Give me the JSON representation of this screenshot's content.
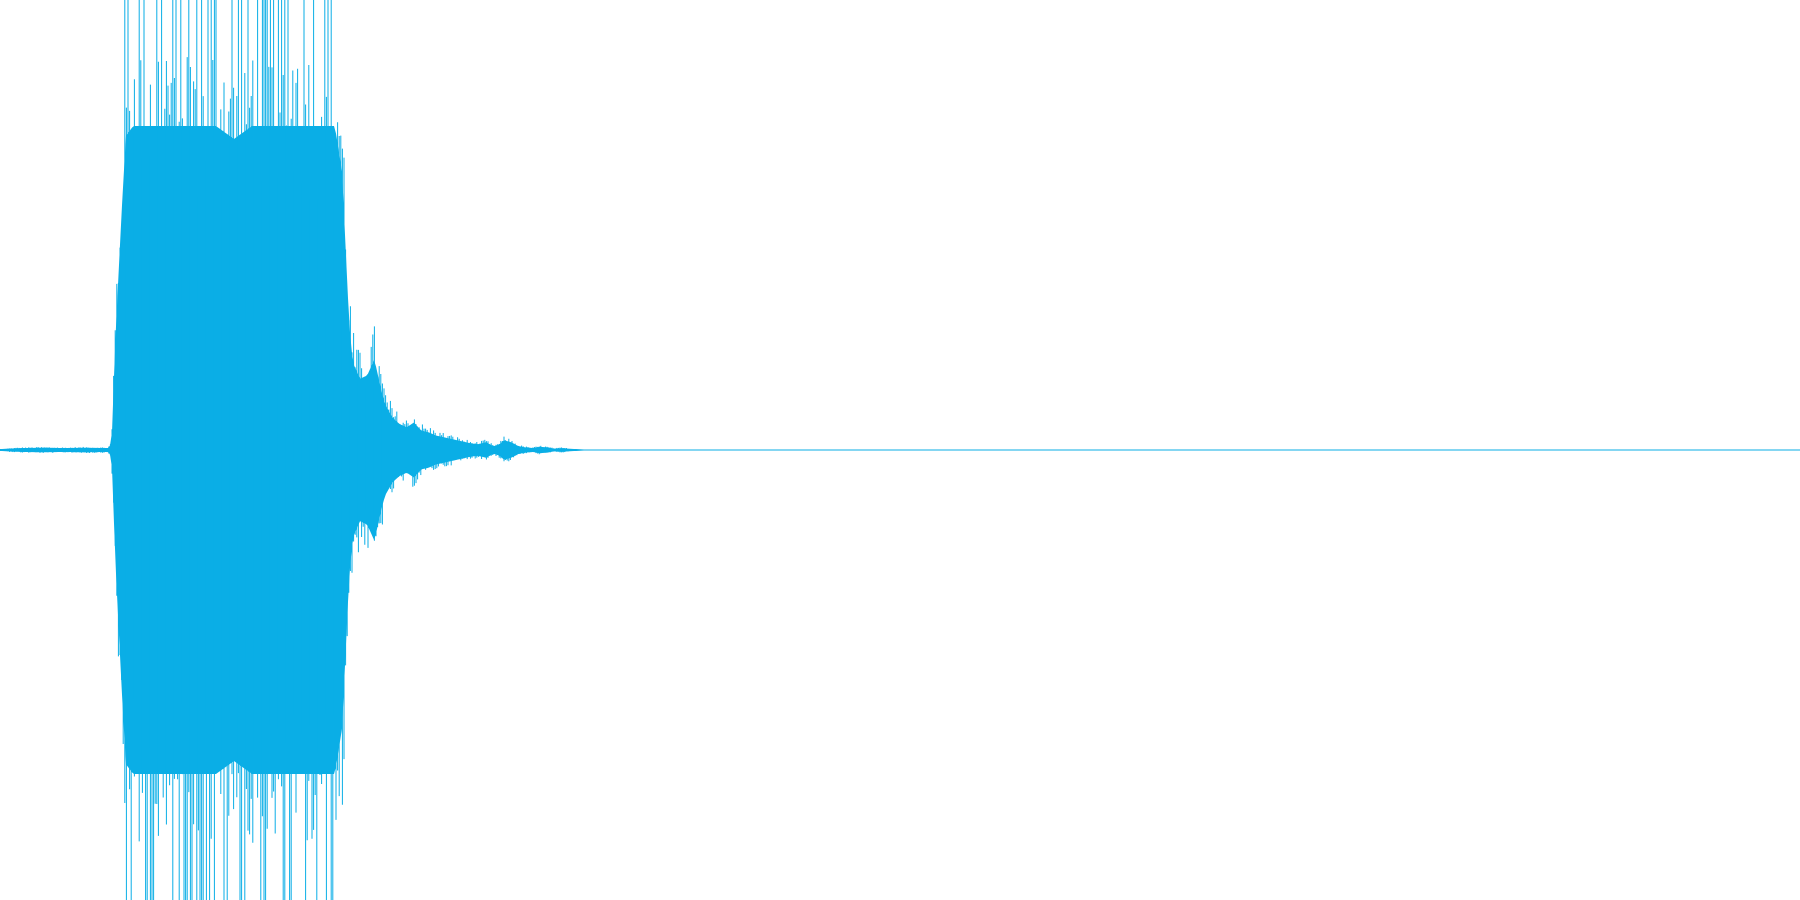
{
  "chart_data": {
    "type": "area",
    "title": "",
    "xlabel": "",
    "ylabel": "",
    "xlim": [
      0,
      1
    ],
    "ylim": [
      -1,
      1
    ],
    "grid": false,
    "legend": "none",
    "series": [
      {
        "color": "#0aaee6",
        "x": [
          0.0,
          0.012,
          0.024,
          0.036,
          0.048,
          0.06,
          0.062,
          0.064,
          0.066,
          0.068,
          0.07,
          0.074,
          0.08,
          0.09,
          0.1,
          0.11,
          0.12,
          0.13,
          0.14,
          0.15,
          0.16,
          0.17,
          0.18,
          0.186,
          0.19,
          0.194,
          0.196,
          0.2,
          0.204,
          0.208,
          0.212,
          0.214,
          0.218,
          0.222,
          0.226,
          0.23,
          0.234,
          0.238,
          0.242,
          0.246,
          0.25,
          0.254,
          0.258,
          0.262,
          0.266,
          0.27,
          0.272,
          0.274,
          0.276,
          0.278,
          0.28,
          0.284,
          0.288,
          0.292,
          0.296,
          0.3,
          0.304,
          0.308,
          0.312,
          0.316,
          0.32,
          0.326,
          0.332,
          0.338,
          0.35,
          0.4,
          0.5,
          0.6,
          0.7,
          0.8,
          0.9,
          1.0
        ],
        "env": [
          0.003,
          0.006,
          0.007,
          0.006,
          0.007,
          0.006,
          0.02,
          0.33,
          0.56,
          0.78,
          0.97,
          1.0,
          1.0,
          1.0,
          1.0,
          1.0,
          1.0,
          0.96,
          1.0,
          1.0,
          1.0,
          1.0,
          1.0,
          1.0,
          0.86,
          0.39,
          0.27,
          0.22,
          0.23,
          0.28,
          0.18,
          0.14,
          0.1,
          0.08,
          0.07,
          0.085,
          0.06,
          0.055,
          0.045,
          0.04,
          0.035,
          0.03,
          0.025,
          0.02,
          0.018,
          0.024,
          0.018,
          0.012,
          0.014,
          0.02,
          0.03,
          0.024,
          0.012,
          0.008,
          0.006,
          0.01,
          0.008,
          0.004,
          0.006,
          0.004,
          0.003,
          0.001,
          0.0,
          0.0,
          0.0,
          0.0,
          0.0,
          0.0,
          0.0,
          0.0,
          0.0,
          0.0
        ]
      }
    ]
  }
}
